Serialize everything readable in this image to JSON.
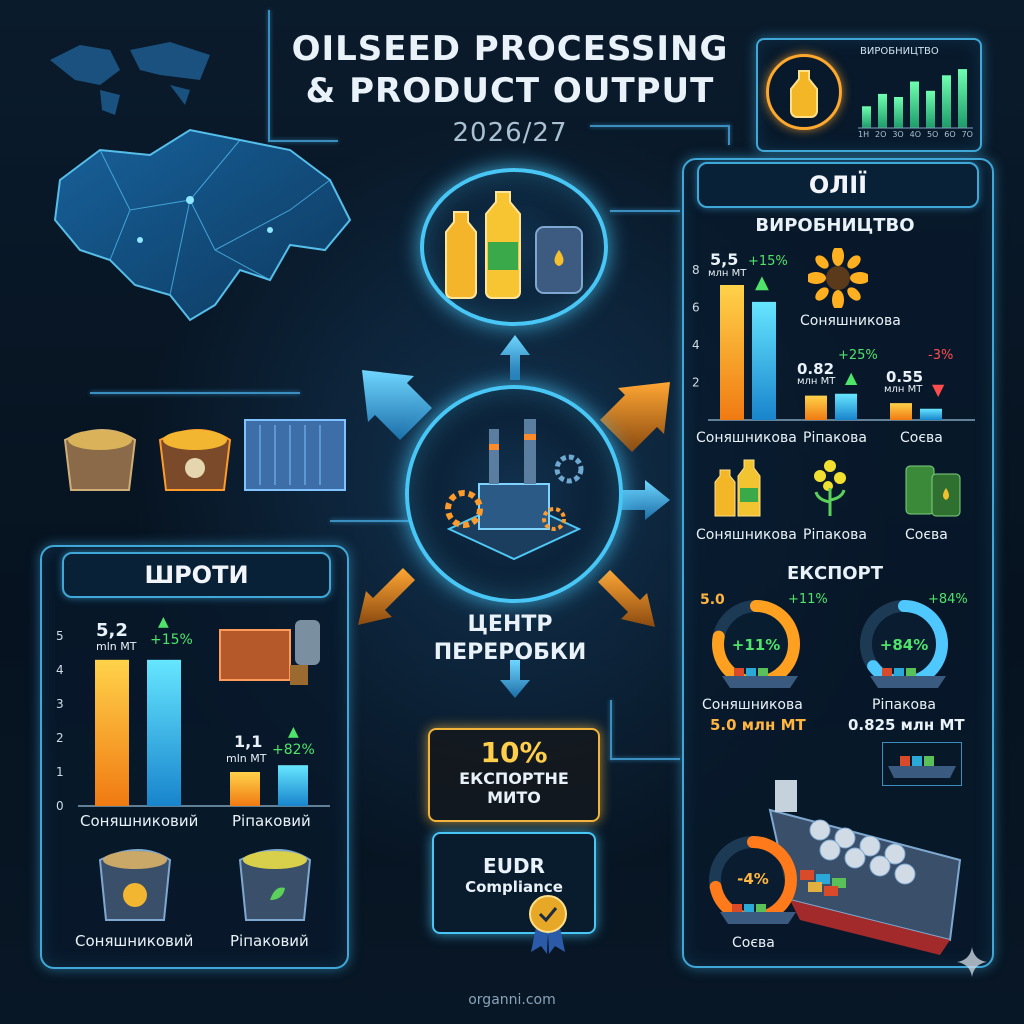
{
  "header": {
    "title_line1": "OILSEED PROCESSING",
    "title_line2": "& PRODUCT OUTPUT",
    "year": "2026/27"
  },
  "mini_chart": {
    "label": "ВИРОБНИЦТВО",
    "ticks": [
      "1H",
      "2O",
      "3O",
      "4O",
      "5O",
      "6O",
      "7O"
    ],
    "values": [
      0.35,
      0.55,
      0.5,
      0.75,
      0.6,
      0.85,
      0.95
    ]
  },
  "center": {
    "line1": "ЦЕНТР",
    "line2": "ПЕРЕРОБКИ"
  },
  "duty": {
    "percent": "10%",
    "line1": "ЕКСПОРТНЕ",
    "line2": "МИТО"
  },
  "eudr": {
    "line1": "EUDR",
    "line2": "Compliance"
  },
  "meals": {
    "title": "ШРОТИ",
    "chart_data": {
      "type": "bar",
      "ylim": [
        0,
        5
      ],
      "yticks": [
        "0",
        "1",
        "2",
        "3",
        "4",
        "5"
      ],
      "groups": [
        {
          "category": "Соняшниковий",
          "values": [
            4.3,
            4.3
          ],
          "value_label_1": "5,2",
          "value_label_2": "mln MT",
          "change": "+15%"
        },
        {
          "category": "Ріпаковий",
          "values": [
            1.0,
            1.2
          ],
          "value_label_1": "1,1",
          "value_label_2": "mln MT",
          "change": "+82%"
        }
      ]
    },
    "bag_labels": [
      "Соняшниковий",
      "Ріпаковий"
    ]
  },
  "oils": {
    "title": "ОЛІЇ",
    "production_title": "ВИРОБНИЦТВО",
    "chart_data": {
      "type": "bar",
      "ylim": [
        0,
        8
      ],
      "yticks": [
        "8",
        "6",
        "4",
        "2"
      ],
      "groups": [
        {
          "category": "Соняшникова",
          "values": [
            7.2,
            6.3
          ],
          "value_label_1": "5,5",
          "value_label_2": "млн МТ",
          "change": "+15%",
          "direction": "up"
        },
        {
          "category": "Ріпакова",
          "values": [
            1.3,
            1.4
          ],
          "value_label_1": "0.82",
          "value_label_2": "млн МТ",
          "change": "+25%",
          "direction": "up"
        },
        {
          "category": "Соєва",
          "values": [
            0.9,
            0.6
          ],
          "value_label_1": "0.55",
          "value_label_2": "млн МТ",
          "change": "-3%",
          "direction": "down"
        }
      ]
    },
    "sunflower_label": "Соняшникова",
    "icon_labels": [
      "Соняшникова",
      "Ріпакова",
      "Соєва"
    ],
    "export_title": "ЕКСПОРТ",
    "export": [
      {
        "name": "Соняшникова",
        "value": "5.0 млн МТ",
        "top_left": "5.0",
        "change_top": "+11%",
        "ring": "+11%",
        "share": 0.78,
        "color": "#ffa020"
      },
      {
        "name": "Ріпакова",
        "value": "0.825 млн МТ",
        "change_top": "+84%",
        "ring": "+84%",
        "share": 0.65,
        "color": "#4fc8ff"
      },
      {
        "name": "Соєва",
        "ring": "-4%",
        "share": 0.72,
        "color": "#ff7a1a"
      }
    ]
  },
  "footer": {
    "site": "organni.com"
  }
}
